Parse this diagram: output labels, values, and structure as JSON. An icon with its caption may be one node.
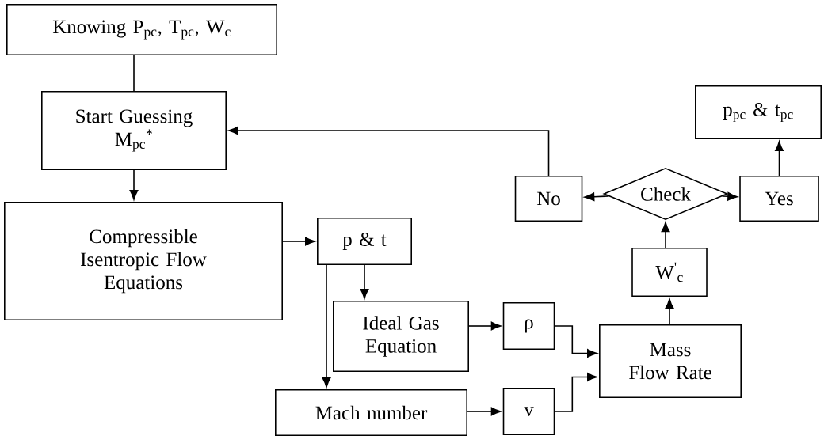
{
  "diagram": {
    "nodes": [
      {
        "text": [
          "Knowing P$_{pc}$, T$_{pc}$, W$_{c}$"
        ]
      },
      {
        "text": [
          "Start Guessing M$_{pc}$$^{*}$"
        ]
      },
      {
        "text": [
          "Compressible Isentropic Flow Equations"
        ]
      },
      {
        "text": [
          "p & t"
        ]
      },
      {
        "text": [
          "Ideal Gas Equation"
        ]
      },
      {
        "text": [
          "ρ"
        ]
      },
      {
        "text": [
          "Mach number"
        ]
      },
      {
        "text": [
          "v"
        ]
      },
      {
        "text": [
          "Mass Flow Rate"
        ]
      },
      {
        "text": [
          "W$^{'}$$_{c}$"
        ]
      },
      {
        "text": [
          "Check"
        ]
      },
      {
        "text": [
          "No"
        ]
      },
      {
        "text": [
          "Yes"
        ]
      },
      {
        "text": [
          "p$_{pc}$ & t$_{pc}$"
        ]
      }
    ],
    "edges": [
      {
        "from": 0,
        "to": 1,
        "arrow": "none"
      },
      {
        "from": 1,
        "to": 2,
        "arrow": "to"
      },
      {
        "from": 2,
        "to": 3,
        "arrow": "to"
      },
      {
        "from": 3,
        "to": 4,
        "arrow": "to"
      },
      {
        "from": 3,
        "to": 6,
        "arrow": "to"
      },
      {
        "from": 4,
        "to": 5,
        "arrow": "to"
      },
      {
        "from": 6,
        "to": 7,
        "arrow": "to"
      },
      {
        "from": 5,
        "to": 8,
        "arrow": "to"
      },
      {
        "from": 7,
        "to": 8,
        "arrow": "to"
      },
      {
        "from": 8,
        "to": 9,
        "arrow": "to"
      },
      {
        "from": 9,
        "to": 10,
        "arrow": "to"
      },
      {
        "from": 10,
        "to": 11,
        "arrow": "to"
      },
      {
        "from": 10,
        "to": 12,
        "arrow": "to"
      },
      {
        "from": 12,
        "to": 13,
        "arrow": "to"
      },
      {
        "from": 11,
        "to": 1,
        "arrow": "to"
      }
    ]
  }
}
